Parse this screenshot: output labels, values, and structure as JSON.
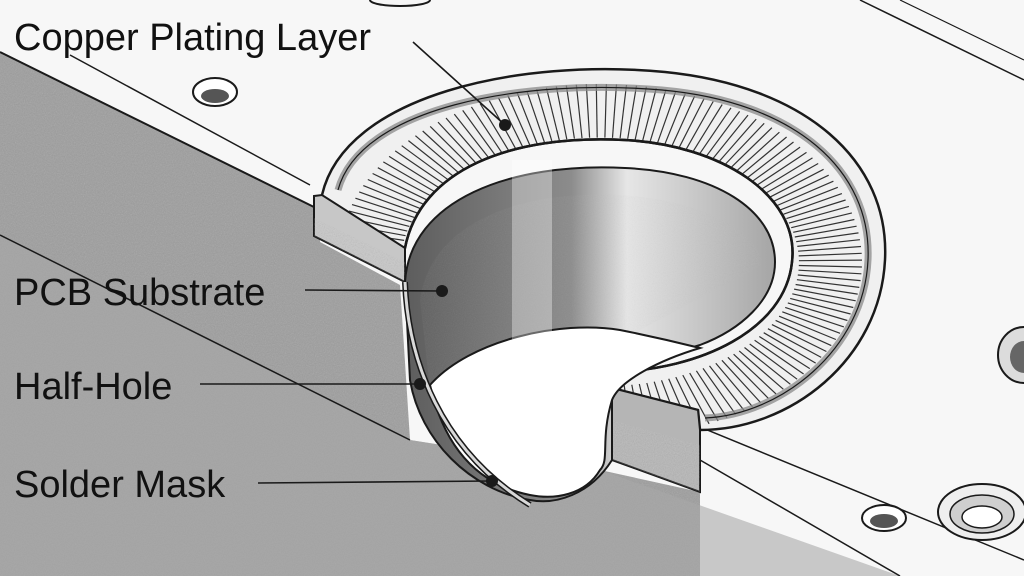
{
  "diagram": {
    "labels": [
      {
        "id": "copper-plating-layer",
        "text": "Copper Plating Layer"
      },
      {
        "id": "pcb-substrate",
        "text": "PCB Substrate"
      },
      {
        "id": "half-hole",
        "text": "Half-Hole"
      },
      {
        "id": "solder-mask",
        "text": "Solder Mask"
      }
    ]
  },
  "colors": {
    "outline": "#1a1a1a",
    "board_top": "#f6f6f6",
    "board_side": "#9a9a9a",
    "plating": "#e9e9e9",
    "hole_wall": "#cfcfcf"
  }
}
